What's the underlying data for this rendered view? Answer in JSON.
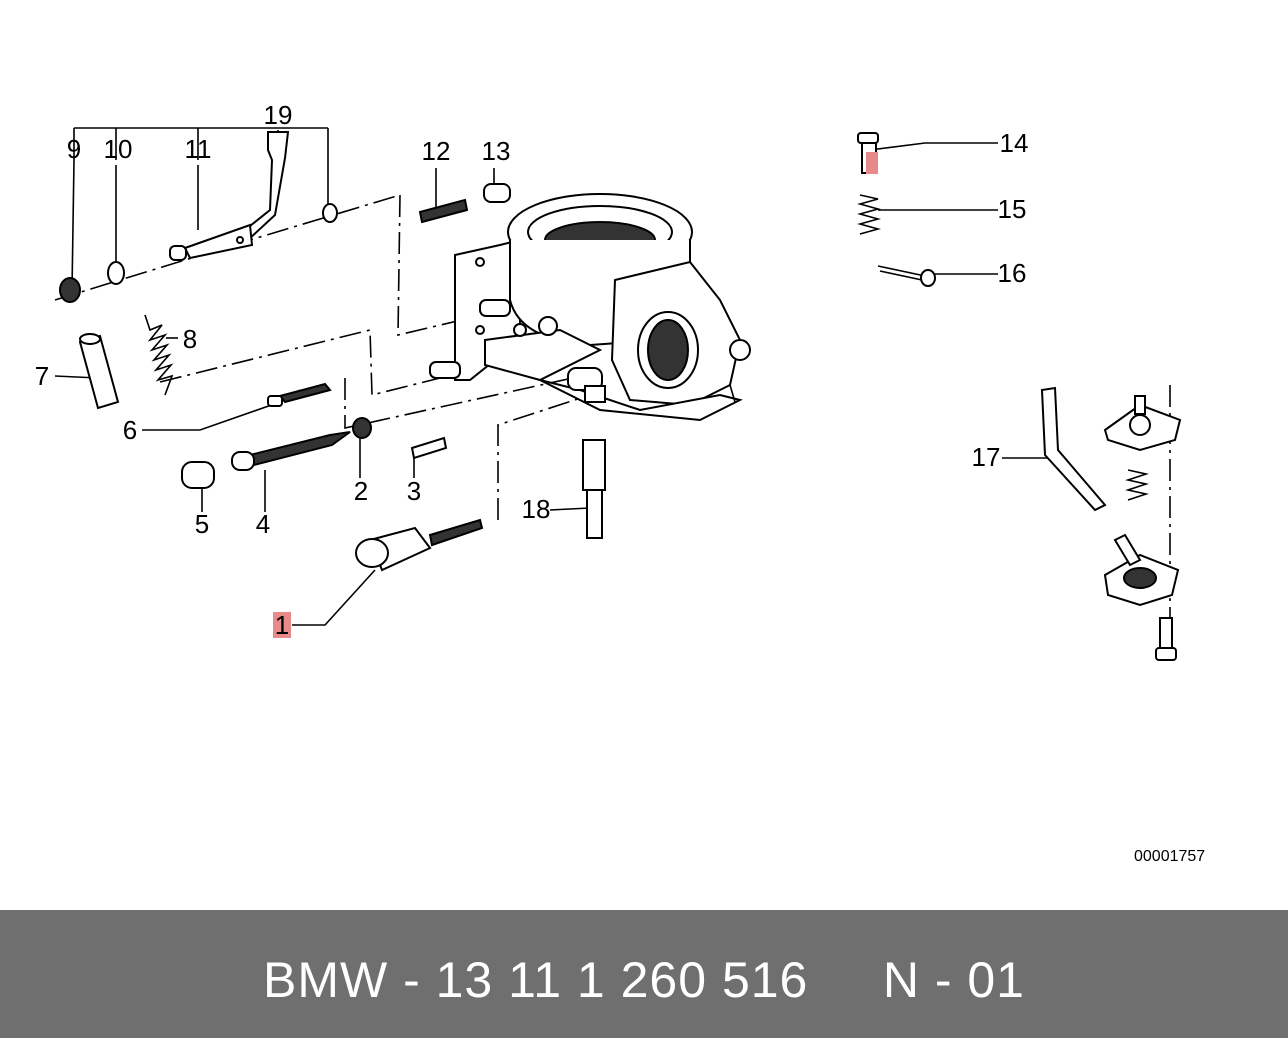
{
  "callouts": [
    {
      "id": "1",
      "highlight": true
    },
    {
      "id": "2"
    },
    {
      "id": "3"
    },
    {
      "id": "4"
    },
    {
      "id": "5"
    },
    {
      "id": "6"
    },
    {
      "id": "7"
    },
    {
      "id": "8"
    },
    {
      "id": "9"
    },
    {
      "id": "10"
    },
    {
      "id": "11"
    },
    {
      "id": "12"
    },
    {
      "id": "13"
    },
    {
      "id": "14"
    },
    {
      "id": "15"
    },
    {
      "id": "16"
    },
    {
      "id": "17"
    },
    {
      "id": "18"
    },
    {
      "id": "19"
    }
  ],
  "reference_code": "00001757",
  "footer": {
    "text": "BMW - 13 11 1 260 516     N - 01",
    "background_color": "#6f6f6f",
    "text_color": "#ffffff"
  },
  "highlight_color": "#e88a8a"
}
